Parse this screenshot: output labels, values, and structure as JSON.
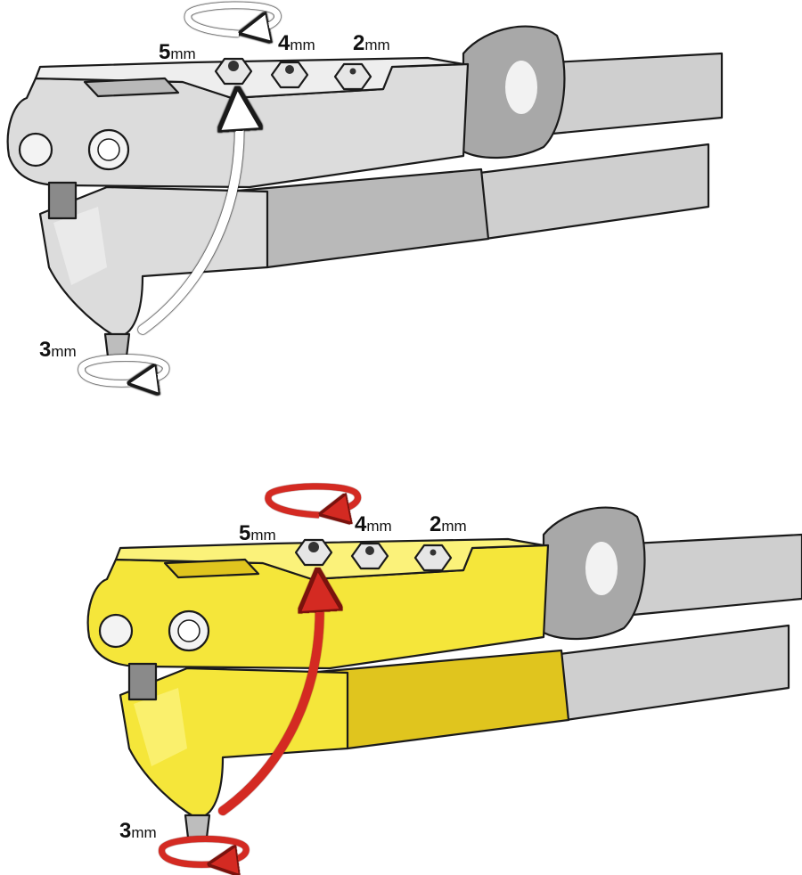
{
  "colors": {
    "tool_top": "#dcdcdc",
    "tool_top_light": "#eeeeee",
    "tool_top_shade": "#b9b9b9",
    "tool_bottom": "#f5e63a",
    "tool_bottom_light": "#fbf27a",
    "tool_bottom_shade": "#e0c51e",
    "grip": "#cfcfcf",
    "grip_shade": "#a8a8a8",
    "arrow_top": "#ffffff",
    "arrow_bottom": "#d42a22",
    "outline": "#1a1a1a"
  },
  "top_tool": {
    "nozzle_labels": [
      {
        "number": "5",
        "unit": "mm"
      },
      {
        "number": "4",
        "unit": "mm"
      },
      {
        "number": "2",
        "unit": "mm"
      }
    ],
    "installed_label": {
      "number": "3",
      "unit": "mm"
    }
  },
  "bottom_tool": {
    "nozzle_labels": [
      {
        "number": "5",
        "unit": "mm"
      },
      {
        "number": "4",
        "unit": "mm"
      },
      {
        "number": "2",
        "unit": "mm"
      }
    ],
    "installed_label": {
      "number": "3",
      "unit": "mm"
    }
  }
}
